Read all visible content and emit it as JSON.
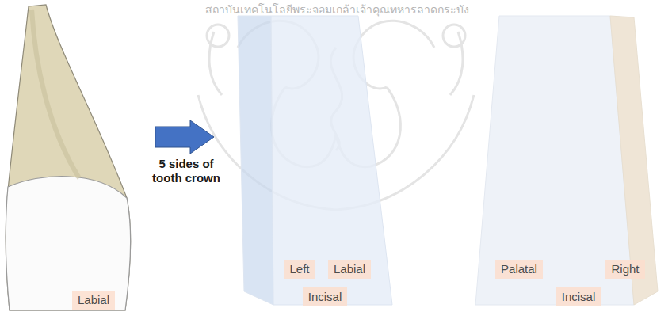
{
  "diagram": {
    "nodes": [
      {
        "text": [
          "Labial"
        ]
      },
      {
        "text": [
          "Left"
        ]
      },
      {
        "text": [
          "Labial"
        ]
      },
      {
        "text": [
          "Incisal"
        ]
      },
      {
        "text": [
          "Palatal"
        ]
      },
      {
        "text": [
          "Right"
        ]
      },
      {
        "text": [
          "Incisal"
        ]
      }
    ],
    "edges": [],
    "labels": [
      "5 sides of tooth crown",
      "สถาบันเทคโนโลยีพระจอมเกล้าเจ้าคุณทหารลาดกระบัง"
    ]
  }
}
